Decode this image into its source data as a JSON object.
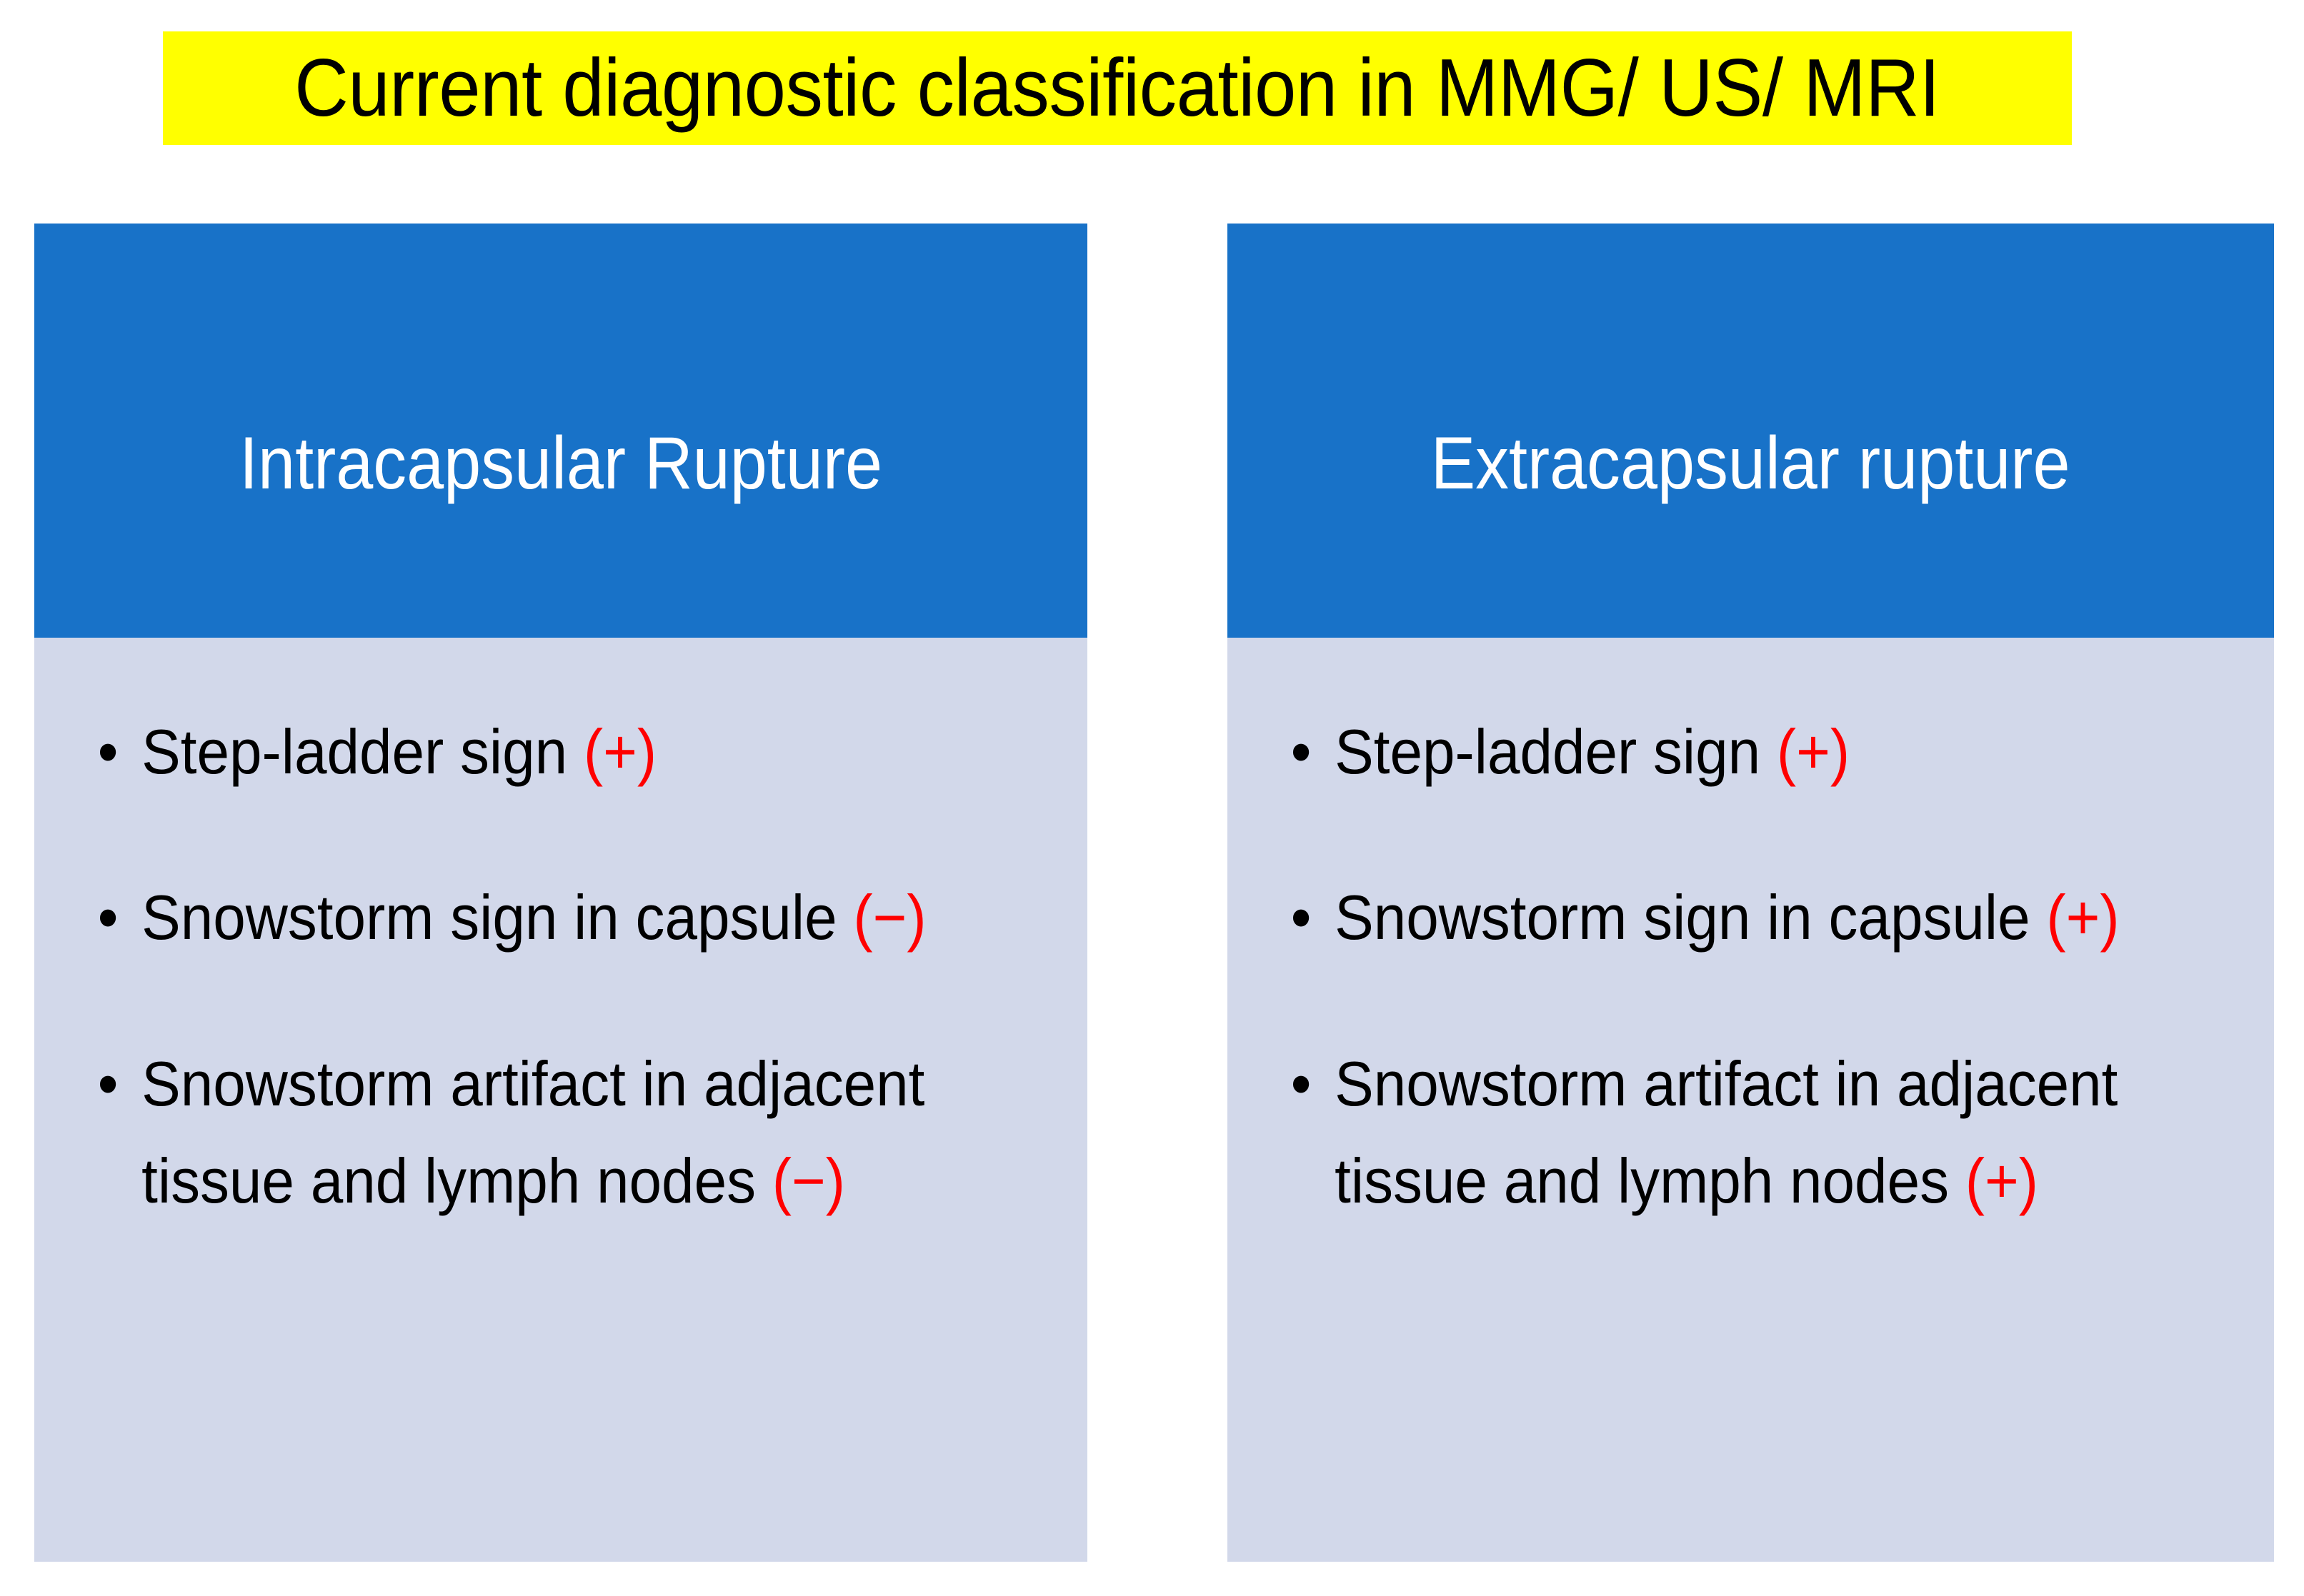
{
  "title": {
    "text": "Current diagnostic classification in MMG/ US/ MRI",
    "highlight_color": "#FFFF00",
    "text_color": "#000000"
  },
  "colors": {
    "header_blue": "#1872C8",
    "body_lavender": "#D2D8EA",
    "sign_red": "#FF0000",
    "header_text": "#FFFFFF",
    "page_background": "#FFFFFF"
  },
  "columns": [
    {
      "header": "Intracapsular Rupture",
      "items": [
        {
          "text": "Step-ladder sign ",
          "sign": "(+)"
        },
        {
          "text": "Snowstorm sign in capsule ",
          "sign": "(−)"
        },
        {
          "text": "Snowstorm artifact in adjacent tissue and lymph nodes ",
          "sign": "(−)"
        }
      ]
    },
    {
      "header": "Extracapsular rupture",
      "items": [
        {
          "text": "Step-ladder sign ",
          "sign": "(+)"
        },
        {
          "text": "Snowstorm sign in capsule ",
          "sign": "(+)"
        },
        {
          "text": "Snowstorm artifact in adjacent tissue and lymph nodes ",
          "sign": "(+)"
        }
      ]
    }
  ],
  "bullet_glyph": "•"
}
